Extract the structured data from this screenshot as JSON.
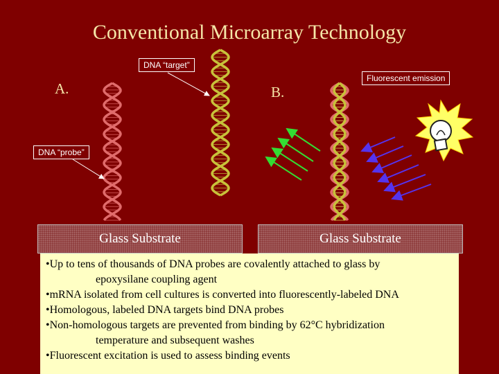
{
  "title": "Conventional Microarray Technology",
  "panels": {
    "a_label": "A.",
    "b_label": "B."
  },
  "callouts": {
    "target": "DNA “target”",
    "probe": "DNA “probe”",
    "emission": "Fluorescent emission"
  },
  "substrate": {
    "left_label": "Glass Substrate",
    "right_label": "Glass Substrate"
  },
  "notes": [
    {
      "line1": "•Up to tens of thousands of DNA probes are covalently attached to glass by",
      "line2": "epoxysilane coupling agent"
    },
    {
      "line1": "•mRNA isolated from cell cultures is converted into fluorescently-labeled DNA",
      "line2": ""
    },
    {
      "line1": "•Homologous, labeled DNA targets bind DNA probes",
      "line2": ""
    },
    {
      "line1": "•Non-homologous targets are prevented from binding by 62°C hybridization",
      "line2": "temperature and subsequent washes"
    },
    {
      "line1": "•Fluorescent excitation is used to assess binding events",
      "line2": ""
    }
  ],
  "colors": {
    "background": "#7f0000",
    "probe_strand": "#e06b6b",
    "target_strand": "#c8c23a",
    "emission_arrows": "#33dd33",
    "excitation_arrows": "#5533ee"
  }
}
